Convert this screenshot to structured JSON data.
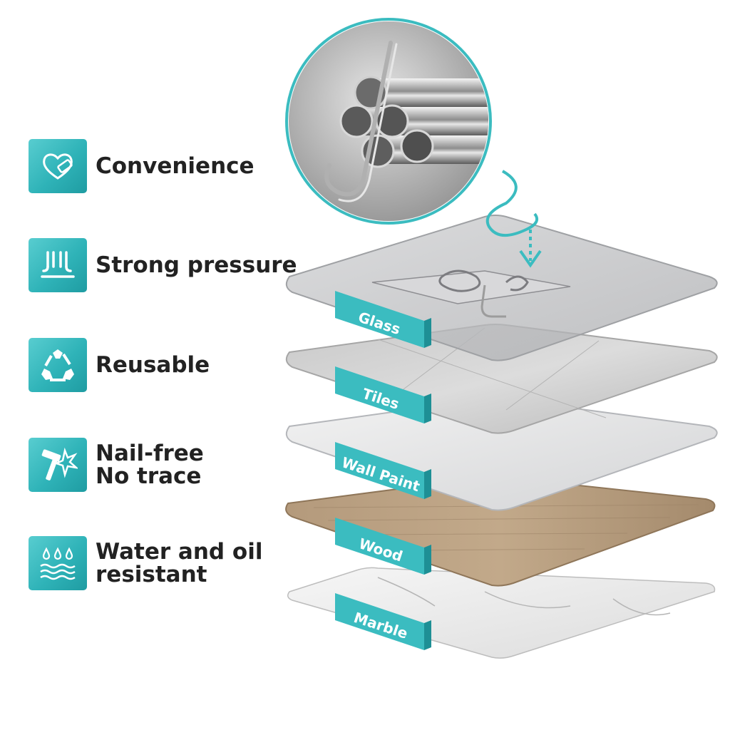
{
  "features": [
    {
      "icon": "heart-tag-icon",
      "lines": [
        "Convenience"
      ]
    },
    {
      "icon": "pressure-icon",
      "lines": [
        "Strong pressure"
      ]
    },
    {
      "icon": "recycle-icon",
      "lines": [
        "Reusable"
      ]
    },
    {
      "icon": "hammer-nail-icon",
      "lines": [
        "Nail-free",
        "No trace"
      ]
    },
    {
      "icon": "water-drops-icon",
      "lines": [
        "Water and oil",
        "resistant"
      ]
    }
  ],
  "surfaces": [
    "Glass",
    "Tiles",
    "Wall Paint",
    "Wood",
    "Marble"
  ],
  "colors": {
    "accent": "#2fb3b8",
    "tag": "#3bbcc0",
    "tag_side": "#1e8f95",
    "text": "#222222"
  }
}
